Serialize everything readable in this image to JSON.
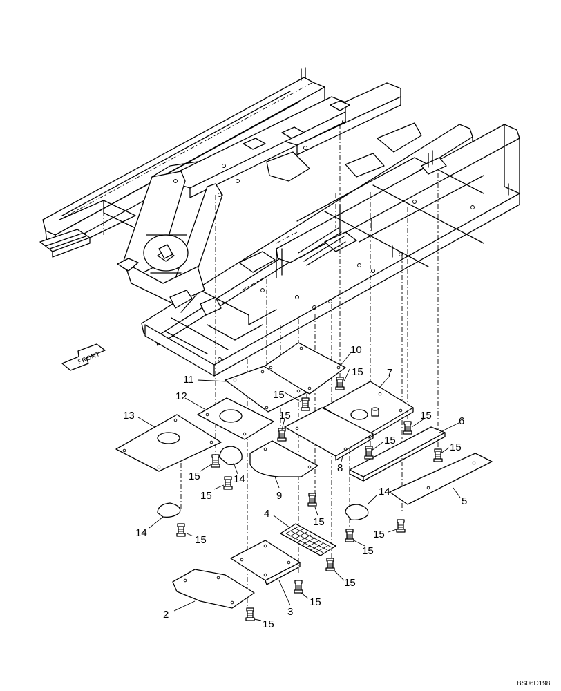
{
  "direction_label": "FRONT",
  "drawing_code": "BS06D198",
  "parts": [
    {
      "id": "p2",
      "label": "2"
    },
    {
      "id": "p3",
      "label": "3"
    },
    {
      "id": "p4",
      "label": "4"
    },
    {
      "id": "p5",
      "label": "5"
    },
    {
      "id": "p6",
      "label": "6"
    },
    {
      "id": "p7",
      "label": "7"
    },
    {
      "id": "p8",
      "label": "8"
    },
    {
      "id": "p9",
      "label": "9"
    },
    {
      "id": "p10",
      "label": "10"
    },
    {
      "id": "p11",
      "label": "11"
    },
    {
      "id": "p12",
      "label": "12"
    },
    {
      "id": "p13",
      "label": "13"
    },
    {
      "id": "p14",
      "label": "14"
    },
    {
      "id": "p15",
      "label": "15"
    }
  ]
}
